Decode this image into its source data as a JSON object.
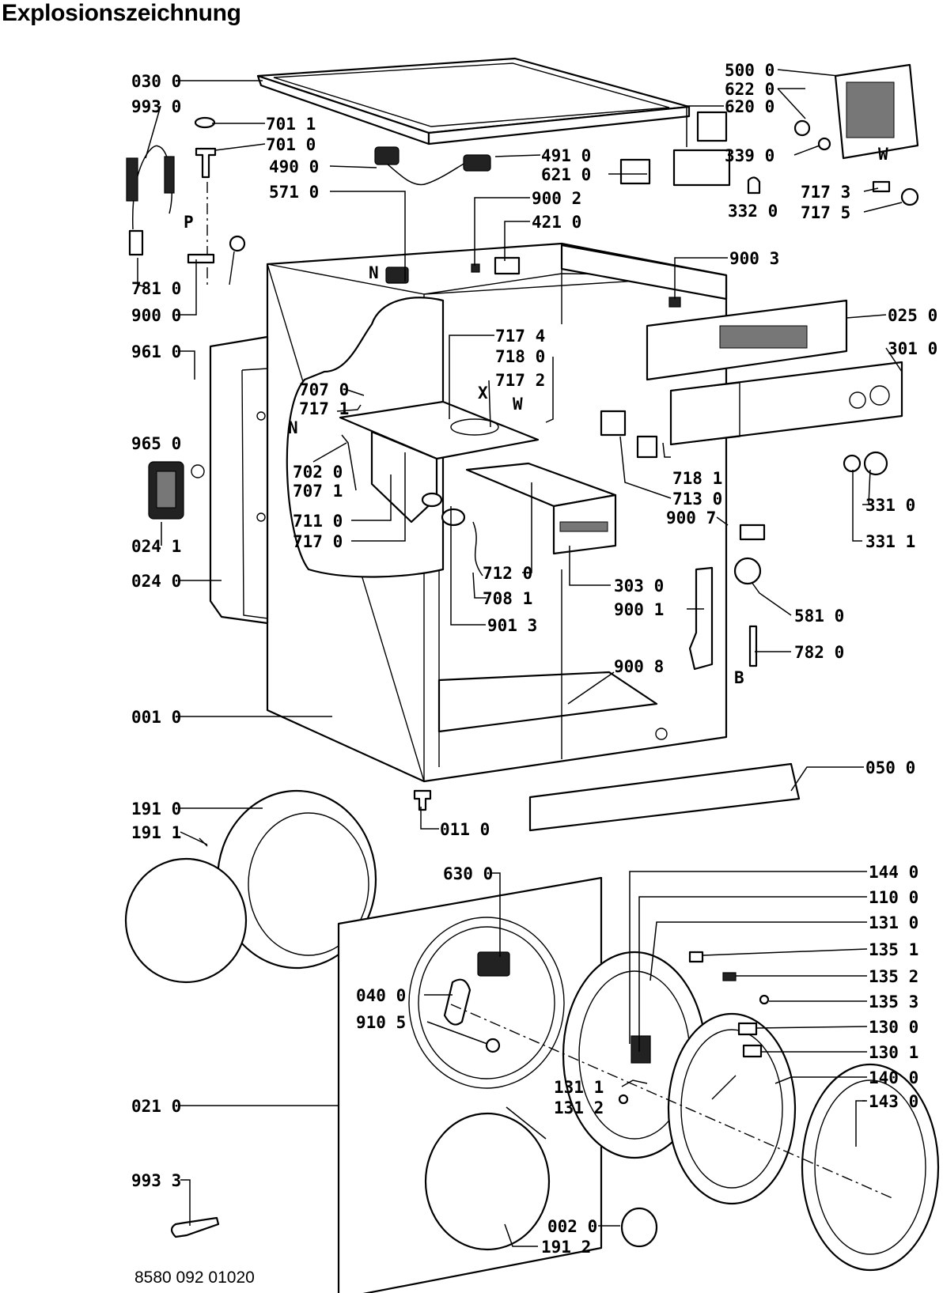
{
  "title": "Explosionszeichnung",
  "footer_code": "8580 092 01020",
  "part_labels": [
    "030 0",
    "993 0",
    "701 1",
    "701 0",
    "490 0",
    "491 0",
    "621 0",
    "571 0",
    "900 2",
    "421 0",
    "781 0",
    "900 0",
    "900 3",
    "961 0",
    "717 4",
    "718 0",
    "707 0",
    "717 2",
    "717 1",
    "965 0",
    "702 0",
    "707 1",
    "711 0",
    "717 0",
    "024 1",
    "024 0",
    "712 0",
    "708 1",
    "901 3",
    "303 0",
    "900 1",
    "718 1",
    "713 0",
    "900 7",
    "581 0",
    "782 0",
    "900 8",
    "001 0",
    "050 0",
    "191 0",
    "191 1",
    "011 0",
    "630 0",
    "144 0",
    "110 0",
    "131 0",
    "135 1",
    "135 2",
    "135 3",
    "130 0",
    "130 1",
    "040 0",
    "910 5",
    "140 0",
    "131 1",
    "131 2",
    "143 0",
    "021 0",
    "002 0",
    "993 3",
    "191 2",
    "500 0",
    "622 0",
    "620 0",
    "339 0",
    "717 3",
    "332 0",
    "717 5",
    "025 0",
    "301 0",
    "331 0",
    "331 1"
  ],
  "letter_markers": [
    "P",
    "N",
    "X",
    "W",
    "N",
    "W",
    "B"
  ]
}
